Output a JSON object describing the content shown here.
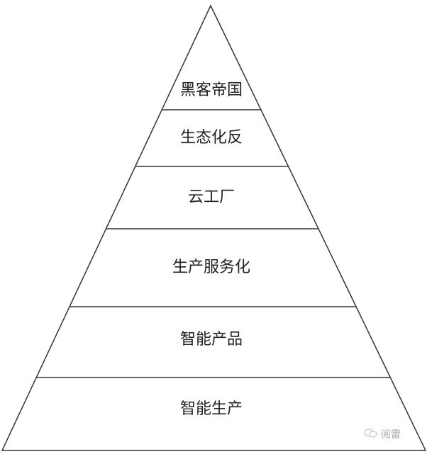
{
  "levels": [
    {
      "label": "黑客帝国"
    },
    {
      "label": "生态化反"
    },
    {
      "label": "云工厂"
    },
    {
      "label": "生产服务化"
    },
    {
      "label": "智能产品"
    },
    {
      "label": "智能生产"
    }
  ],
  "watermark": {
    "text": "阅雷",
    "icon": "wechat-icon"
  }
}
